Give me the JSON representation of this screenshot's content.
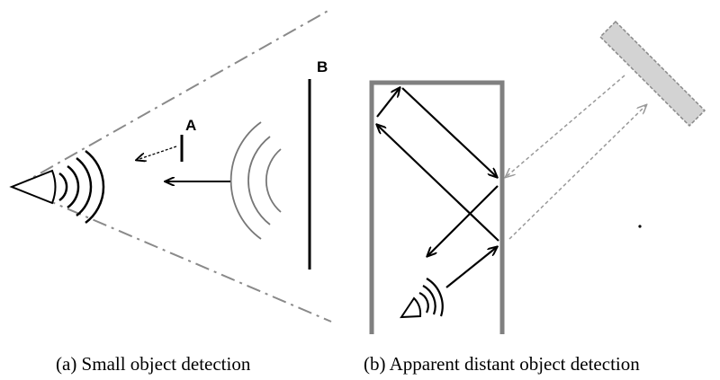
{
  "panel_a": {
    "label_a": "A",
    "label_b": "B",
    "caption": "(a)  Small object detection"
  },
  "panel_b": {
    "caption": "(b)  Apparent distant object detection"
  }
}
